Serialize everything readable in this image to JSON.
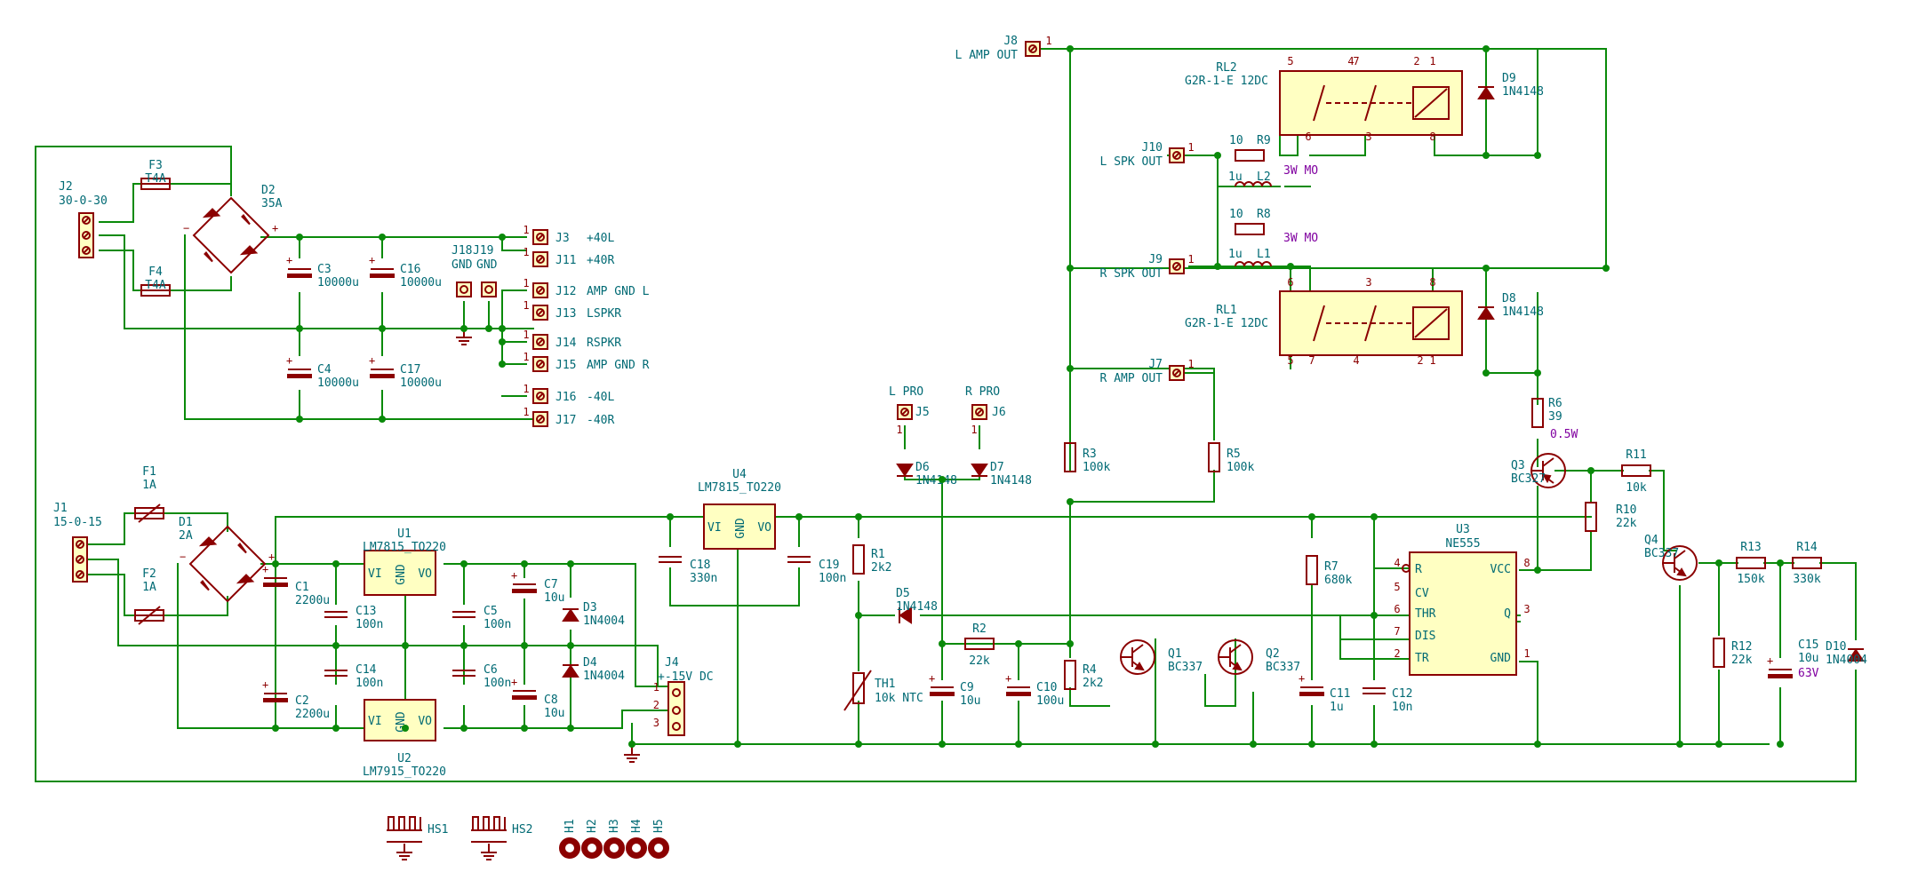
{
  "colors": {
    "wire": "#0a8a0a",
    "body": "#8b0000",
    "fill": "#ffffc2",
    "label": "#006a74",
    "field": "#8000a0"
  },
  "symbols": [
    {
      "ref": "J2",
      "value": "30-0-30"
    },
    {
      "ref": "F3",
      "value": "T4A"
    },
    {
      "ref": "F4",
      "value": "T4A"
    },
    {
      "ref": "D2",
      "value": "35A"
    },
    {
      "ref": "C3",
      "value": "10000u"
    },
    {
      "ref": "C16",
      "value": "10000u"
    },
    {
      "ref": "C4",
      "value": "10000u"
    },
    {
      "ref": "C17",
      "value": "10000u"
    },
    {
      "ref": "J18",
      "value": "GND"
    },
    {
      "ref": "J19",
      "value": "GND"
    },
    {
      "ref": "J3",
      "value": "+40L"
    },
    {
      "ref": "J11",
      "value": "+40R"
    },
    {
      "ref": "J12",
      "value": "AMP GND L"
    },
    {
      "ref": "J13",
      "value": "LSPKR"
    },
    {
      "ref": "J14",
      "value": "RSPKR"
    },
    {
      "ref": "J15",
      "value": "AMP GND R"
    },
    {
      "ref": "J16",
      "value": "-40L"
    },
    {
      "ref": "J17",
      "value": "-40R"
    },
    {
      "ref": "J1",
      "value": "15-0-15"
    },
    {
      "ref": "F1",
      "value": "1A"
    },
    {
      "ref": "F2",
      "value": "1A"
    },
    {
      "ref": "D1",
      "value": "2A"
    },
    {
      "ref": "C1",
      "value": "2200u"
    },
    {
      "ref": "C2",
      "value": "2200u"
    },
    {
      "ref": "U1",
      "value": "LM7815_TO220"
    },
    {
      "ref": "U2",
      "value": "LM7915_TO220"
    },
    {
      "ref": "C13",
      "value": "100n"
    },
    {
      "ref": "C14",
      "value": "100n"
    },
    {
      "ref": "C5",
      "value": "100n"
    },
    {
      "ref": "C6",
      "value": "100n"
    },
    {
      "ref": "C7",
      "value": "10u"
    },
    {
      "ref": "C8",
      "value": "10u"
    },
    {
      "ref": "D3",
      "value": "1N4004"
    },
    {
      "ref": "D4",
      "value": "1N4004"
    },
    {
      "ref": "J4",
      "value": "+-15V DC"
    },
    {
      "ref": "U4",
      "value": "LM7815_TO220"
    },
    {
      "ref": "C18",
      "value": "330n"
    },
    {
      "ref": "C19",
      "value": "100n"
    },
    {
      "ref": "J5",
      "value": "L PRO"
    },
    {
      "ref": "J6",
      "value": "R PRO"
    },
    {
      "ref": "D6",
      "value": "1N4148"
    },
    {
      "ref": "D7",
      "value": "1N4148"
    },
    {
      "ref": "R1",
      "value": "2k2"
    },
    {
      "ref": "D5",
      "value": "1N4148"
    },
    {
      "ref": "TH1",
      "value": "10k NTC"
    },
    {
      "ref": "R2",
      "value": "22k"
    },
    {
      "ref": "C9",
      "value": "10u"
    },
    {
      "ref": "C10",
      "value": "100u"
    },
    {
      "ref": "R3",
      "value": "100k"
    },
    {
      "ref": "R4",
      "value": "2k2"
    },
    {
      "ref": "R5",
      "value": "100k"
    },
    {
      "ref": "Q1",
      "value": "BC337"
    },
    {
      "ref": "Q2",
      "value": "BC337"
    },
    {
      "ref": "R7",
      "value": "680k"
    },
    {
      "ref": "C11",
      "value": "1u"
    },
    {
      "ref": "C12",
      "value": "10n"
    },
    {
      "ref": "U3",
      "value": "NE555"
    },
    {
      "ref": "J8",
      "value": "L AMP OUT"
    },
    {
      "ref": "J7",
      "value": "R AMP OUT"
    },
    {
      "ref": "J10",
      "value": "L SPK OUT"
    },
    {
      "ref": "J9",
      "value": "R SPK OUT"
    },
    {
      "ref": "R9",
      "value": "10"
    },
    {
      "ref": "R8",
      "value": "10"
    },
    {
      "ref": "L2",
      "value": "1u"
    },
    {
      "ref": "L1",
      "value": "1u"
    },
    {
      "ref": "RL2",
      "value": "G2R-1-E 12DC"
    },
    {
      "ref": "RL1",
      "value": "G2R-1-E 12DC"
    },
    {
      "ref": "D9",
      "value": "1N4148"
    },
    {
      "ref": "D8",
      "value": "1N4148"
    },
    {
      "ref": "R6",
      "value": "39"
    },
    {
      "ref": "Q3",
      "value": "BC327"
    },
    {
      "ref": "R10",
      "value": "22k"
    },
    {
      "ref": "R11",
      "value": "10k"
    },
    {
      "ref": "Q4",
      "value": "BC337"
    },
    {
      "ref": "R12",
      "value": "22k"
    },
    {
      "ref": "R13",
      "value": "150k"
    },
    {
      "ref": "R14",
      "value": "330k"
    },
    {
      "ref": "C15",
      "value": "10u"
    },
    {
      "ref": "D10",
      "value": "1N4004"
    },
    {
      "ref": "HS1",
      "value": ""
    },
    {
      "ref": "HS2",
      "value": ""
    },
    {
      "ref": "H1",
      "value": ""
    },
    {
      "ref": "H2",
      "value": ""
    },
    {
      "ref": "H3",
      "value": ""
    },
    {
      "ref": "H4",
      "value": ""
    },
    {
      "ref": "H5",
      "value": ""
    }
  ],
  "fields": {
    "r9_extra": "3W MO",
    "r8_extra": "3W MO",
    "r6_extra": "0.5W",
    "c15_extra": "63V"
  },
  "u3_pins": {
    "r": "R",
    "cv": "CV",
    "thr": "THR",
    "dis": "DIS",
    "tr": "TR",
    "vcc": "VCC",
    "q": "Q",
    "gnd": "GND"
  },
  "reg_pins": {
    "vi": "VI",
    "vo": "VO",
    "gnd": "GND"
  }
}
